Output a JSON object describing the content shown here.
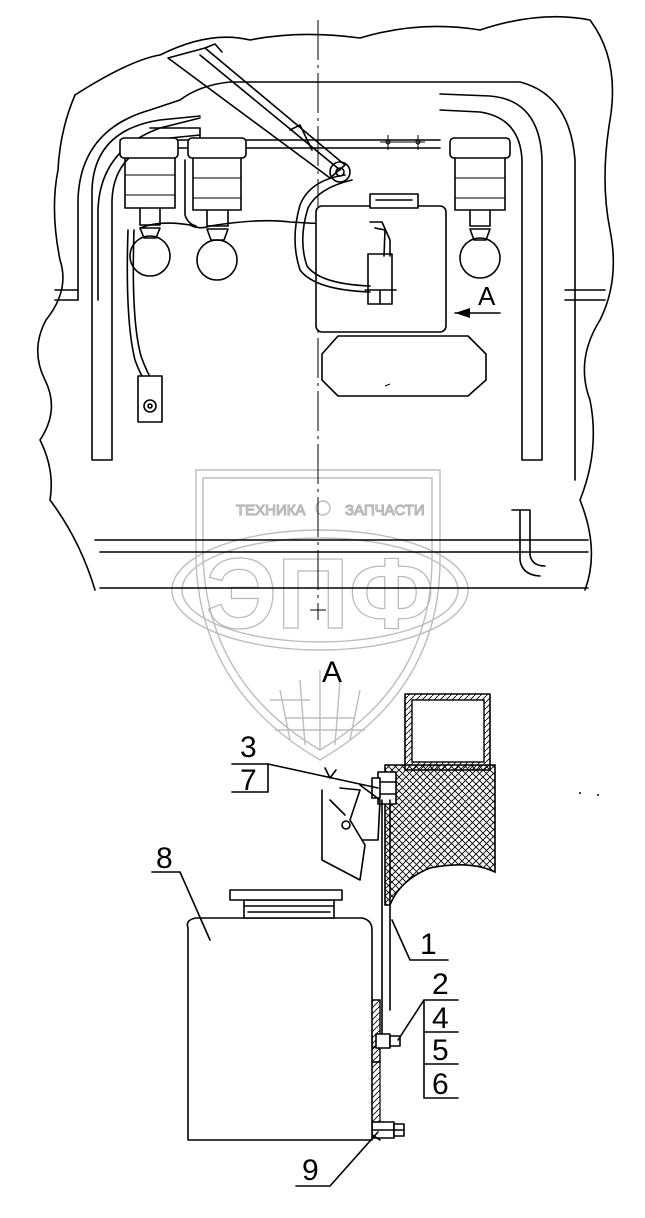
{
  "view_label_top": "A",
  "view_label_detail": "A",
  "watermark": {
    "top_left": "ТЕХНИКА",
    "top_right": "ЗАПЧАСТИ",
    "logo": "ЭПФ"
  },
  "callouts": {
    "c1": "1",
    "c2": "2",
    "c3": "3",
    "c4": "4",
    "c5": "5",
    "c6": "6",
    "c7": "7",
    "c8": "8",
    "c9": "9"
  }
}
